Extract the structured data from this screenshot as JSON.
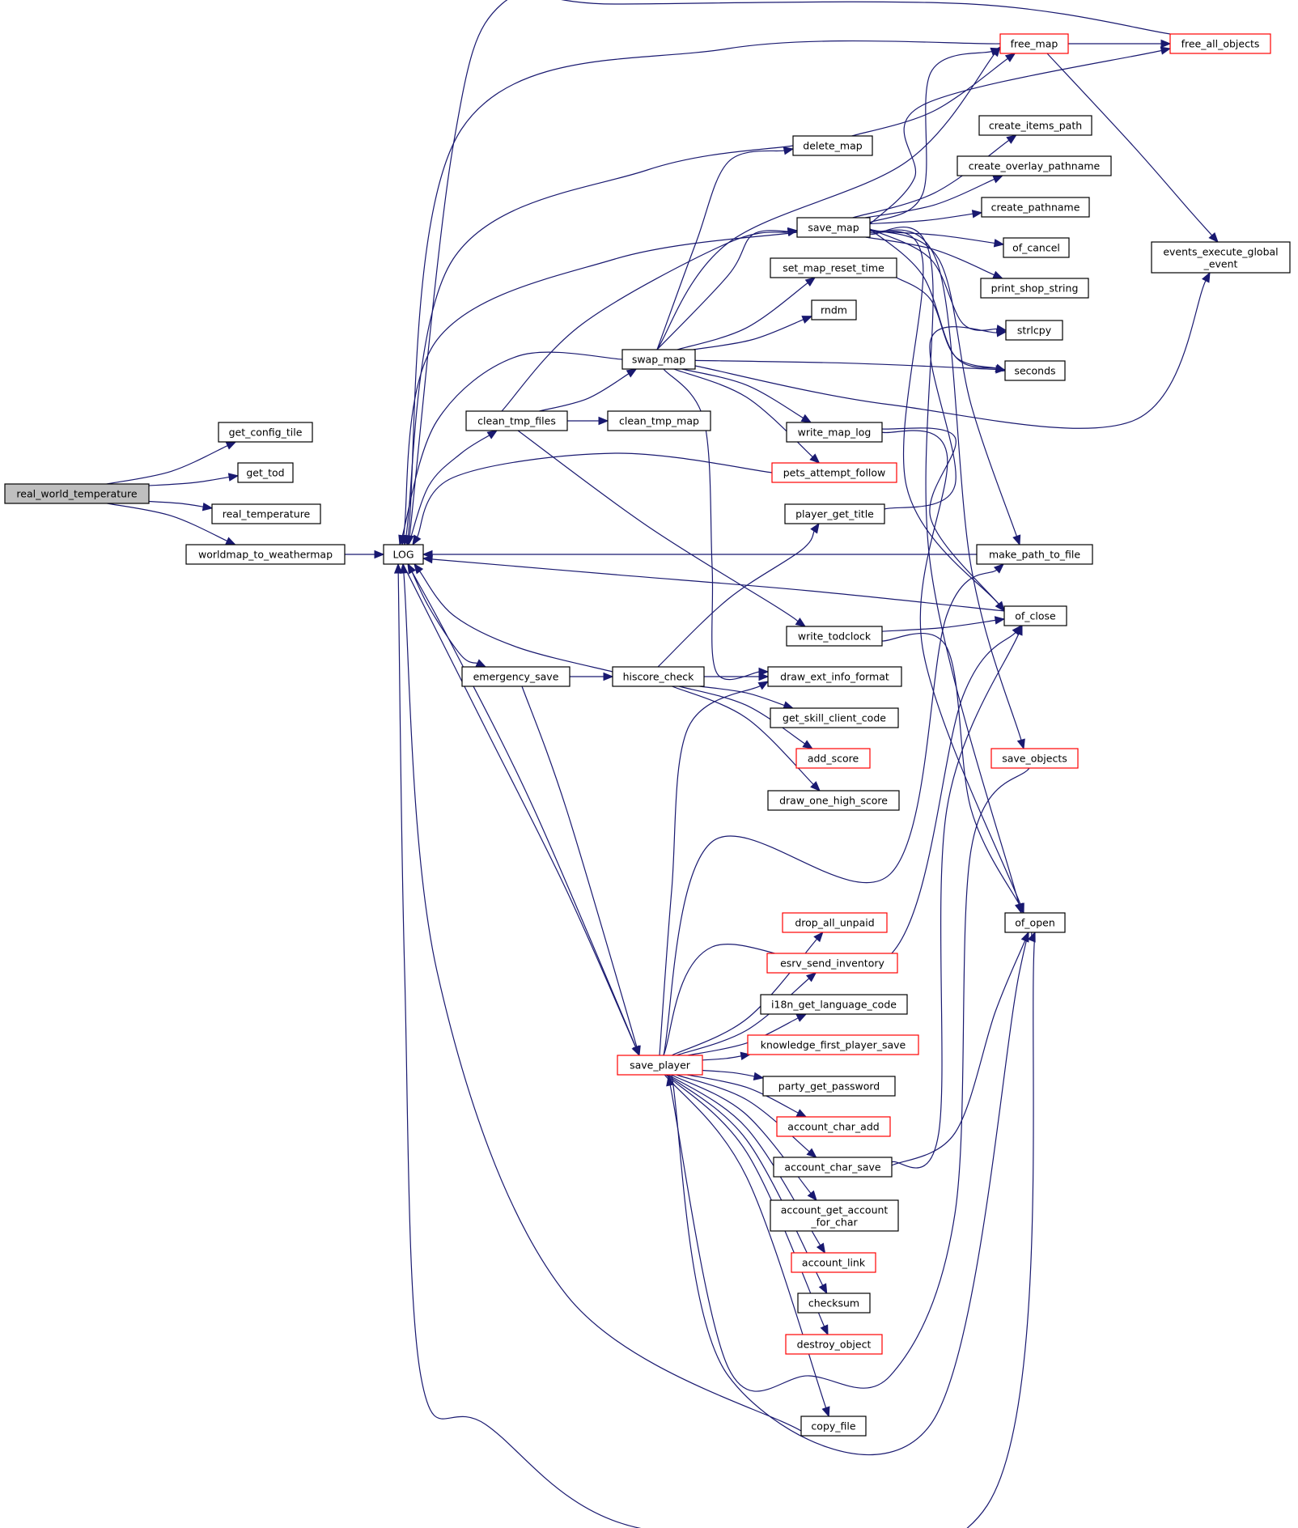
{
  "diagram": {
    "type": "call-graph",
    "colors": {
      "edge": "#191970",
      "node_border": "#000000",
      "node_border_truncated": "#ff0000",
      "root_fill": "#bfbfbf"
    },
    "nodes": [
      {
        "id": "real_world_temperature",
        "label": "real_world_temperature",
        "style": "root"
      },
      {
        "id": "get_config_tile",
        "label": "get_config_tile",
        "style": "normal"
      },
      {
        "id": "get_tod",
        "label": "get_tod",
        "style": "normal"
      },
      {
        "id": "real_temperature",
        "label": "real_temperature",
        "style": "normal"
      },
      {
        "id": "worldmap_to_weathermap",
        "label": "worldmap_to_weathermap",
        "style": "normal"
      },
      {
        "id": "LOG",
        "label": "LOG",
        "style": "normal"
      },
      {
        "id": "free_map",
        "label": "free_map",
        "style": "red"
      },
      {
        "id": "free_all_objects",
        "label": "free_all_objects",
        "style": "red"
      },
      {
        "id": "delete_map",
        "label": "delete_map",
        "style": "normal"
      },
      {
        "id": "create_items_path",
        "label": "create_items_path",
        "style": "normal"
      },
      {
        "id": "create_overlay_pathname",
        "label": "create_overlay_pathname",
        "style": "normal"
      },
      {
        "id": "create_pathname",
        "label": "create_pathname",
        "style": "normal"
      },
      {
        "id": "save_map",
        "label": "save_map",
        "style": "normal"
      },
      {
        "id": "of_cancel",
        "label": "of_cancel",
        "style": "normal"
      },
      {
        "id": "events_execute_global_event",
        "label": "events_execute_global",
        "label2": "_event",
        "style": "normal"
      },
      {
        "id": "set_map_reset_time",
        "label": "set_map_reset_time",
        "style": "normal"
      },
      {
        "id": "print_shop_string",
        "label": "print_shop_string",
        "style": "normal"
      },
      {
        "id": "rndm",
        "label": "rndm",
        "style": "normal"
      },
      {
        "id": "strlcpy",
        "label": "strlcpy",
        "style": "normal"
      },
      {
        "id": "swap_map",
        "label": "swap_map",
        "style": "normal"
      },
      {
        "id": "seconds",
        "label": "seconds",
        "style": "normal"
      },
      {
        "id": "clean_tmp_files",
        "label": "clean_tmp_files",
        "style": "normal"
      },
      {
        "id": "clean_tmp_map",
        "label": "clean_tmp_map",
        "style": "normal"
      },
      {
        "id": "write_map_log",
        "label": "write_map_log",
        "style": "normal"
      },
      {
        "id": "pets_attempt_follow",
        "label": "pets_attempt_follow",
        "style": "red"
      },
      {
        "id": "player_get_title",
        "label": "player_get_title",
        "style": "normal"
      },
      {
        "id": "make_path_to_file",
        "label": "make_path_to_file",
        "style": "normal"
      },
      {
        "id": "of_close",
        "label": "of_close",
        "style": "normal"
      },
      {
        "id": "write_todclock",
        "label": "write_todclock",
        "style": "normal"
      },
      {
        "id": "emergency_save",
        "label": "emergency_save",
        "style": "normal"
      },
      {
        "id": "hiscore_check",
        "label": "hiscore_check",
        "style": "normal"
      },
      {
        "id": "draw_ext_info_format",
        "label": "draw_ext_info_format",
        "style": "normal"
      },
      {
        "id": "get_skill_client_code",
        "label": "get_skill_client_code",
        "style": "normal"
      },
      {
        "id": "add_score",
        "label": "add_score",
        "style": "red"
      },
      {
        "id": "save_objects",
        "label": "save_objects",
        "style": "red"
      },
      {
        "id": "draw_one_high_score",
        "label": "draw_one_high_score",
        "style": "normal"
      },
      {
        "id": "of_open",
        "label": "of_open",
        "style": "normal"
      },
      {
        "id": "drop_all_unpaid",
        "label": "drop_all_unpaid",
        "style": "red"
      },
      {
        "id": "esrv_send_inventory",
        "label": "esrv_send_inventory",
        "style": "red"
      },
      {
        "id": "i18n_get_language_code",
        "label": "i18n_get_language_code",
        "style": "normal"
      },
      {
        "id": "knowledge_first_player_save",
        "label": "knowledge_first_player_save",
        "style": "red"
      },
      {
        "id": "save_player",
        "label": "save_player",
        "style": "red"
      },
      {
        "id": "party_get_password",
        "label": "party_get_password",
        "style": "normal"
      },
      {
        "id": "account_char_add",
        "label": "account_char_add",
        "style": "red"
      },
      {
        "id": "account_char_save",
        "label": "account_char_save",
        "style": "normal"
      },
      {
        "id": "account_get_account_for_char",
        "label": "account_get_account",
        "label2": "_for_char",
        "style": "normal"
      },
      {
        "id": "account_link",
        "label": "account_link",
        "style": "red"
      },
      {
        "id": "checksum",
        "label": "checksum",
        "style": "normal"
      },
      {
        "id": "destroy_object",
        "label": "destroy_object",
        "style": "red"
      },
      {
        "id": "copy_file",
        "label": "copy_file",
        "style": "normal"
      }
    ],
    "edges": [
      [
        "real_world_temperature",
        "get_config_tile"
      ],
      [
        "real_world_temperature",
        "get_tod"
      ],
      [
        "real_world_temperature",
        "real_temperature"
      ],
      [
        "real_world_temperature",
        "worldmap_to_weathermap"
      ],
      [
        "worldmap_to_weathermap",
        "LOG"
      ],
      [
        "free_map",
        "free_all_objects"
      ],
      [
        "free_map",
        "events_execute_global_event"
      ],
      [
        "free_map",
        "LOG"
      ],
      [
        "free_all_objects",
        "LOG"
      ],
      [
        "delete_map",
        "free_map"
      ],
      [
        "delete_map",
        "LOG"
      ],
      [
        "save_map",
        "free_map"
      ],
      [
        "save_map",
        "free_all_objects"
      ],
      [
        "save_map",
        "create_items_path"
      ],
      [
        "save_map",
        "create_overlay_pathname"
      ],
      [
        "save_map",
        "create_pathname"
      ],
      [
        "save_map",
        "of_cancel"
      ],
      [
        "save_map",
        "print_shop_string"
      ],
      [
        "save_map",
        "strlcpy"
      ],
      [
        "save_map",
        "seconds"
      ],
      [
        "save_map",
        "make_path_to_file"
      ],
      [
        "save_map",
        "of_close"
      ],
      [
        "save_map",
        "save_objects"
      ],
      [
        "save_map",
        "of_open"
      ],
      [
        "save_map",
        "LOG"
      ],
      [
        "set_map_reset_time",
        "seconds"
      ],
      [
        "swap_map",
        "delete_map"
      ],
      [
        "swap_map",
        "free_map"
      ],
      [
        "swap_map",
        "save_map"
      ],
      [
        "swap_map",
        "set_map_reset_time"
      ],
      [
        "swap_map",
        "rndm"
      ],
      [
        "swap_map",
        "seconds"
      ],
      [
        "swap_map",
        "events_execute_global_event"
      ],
      [
        "swap_map",
        "write_map_log"
      ],
      [
        "swap_map",
        "pets_attempt_follow"
      ],
      [
        "swap_map",
        "draw_ext_info_format"
      ],
      [
        "swap_map",
        "LOG"
      ],
      [
        "clean_tmp_files",
        "swap_map"
      ],
      [
        "clean_tmp_files",
        "save_map"
      ],
      [
        "clean_tmp_files",
        "clean_tmp_map"
      ],
      [
        "clean_tmp_files",
        "write_todclock"
      ],
      [
        "LOG",
        "clean_tmp_files"
      ],
      [
        "write_map_log",
        "of_close"
      ],
      [
        "write_map_log",
        "of_open"
      ],
      [
        "pets_attempt_follow",
        "LOG"
      ],
      [
        "player_get_title",
        "strlcpy"
      ],
      [
        "make_path_to_file",
        "LOG"
      ],
      [
        "of_close",
        "LOG"
      ],
      [
        "write_todclock",
        "of_close"
      ],
      [
        "write_todclock",
        "of_open"
      ],
      [
        "LOG",
        "emergency_save"
      ],
      [
        "emergency_save",
        "hiscore_check"
      ],
      [
        "emergency_save",
        "save_player"
      ],
      [
        "hiscore_check",
        "LOG"
      ],
      [
        "hiscore_check",
        "player_get_title"
      ],
      [
        "hiscore_check",
        "draw_ext_info_format"
      ],
      [
        "hiscore_check",
        "get_skill_client_code"
      ],
      [
        "hiscore_check",
        "add_score"
      ],
      [
        "hiscore_check",
        "draw_one_high_score"
      ],
      [
        "save_objects",
        "of_open"
      ],
      [
        "LOG",
        "save_player"
      ],
      [
        "save_player",
        "draw_ext_info_format"
      ],
      [
        "save_player",
        "make_path_to_file"
      ],
      [
        "save_player",
        "of_close"
      ],
      [
        "save_player",
        "drop_all_unpaid"
      ],
      [
        "save_player",
        "esrv_send_inventory"
      ],
      [
        "save_player",
        "i18n_get_language_code"
      ],
      [
        "save_player",
        "knowledge_first_player_save"
      ],
      [
        "save_player",
        "party_get_password"
      ],
      [
        "save_player",
        "account_char_add"
      ],
      [
        "save_player",
        "account_char_save"
      ],
      [
        "save_player",
        "account_get_account_for_char"
      ],
      [
        "save_player",
        "account_link"
      ],
      [
        "save_player",
        "checksum"
      ],
      [
        "save_player",
        "destroy_object"
      ],
      [
        "save_player",
        "copy_file"
      ],
      [
        "save_player",
        "of_open"
      ],
      [
        "save_player",
        "LOG"
      ],
      [
        "account_char_save",
        "of_close"
      ],
      [
        "account_char_save",
        "of_open"
      ],
      [
        "copy_file",
        "LOG"
      ],
      [
        "of_open",
        "LOG"
      ]
    ]
  }
}
